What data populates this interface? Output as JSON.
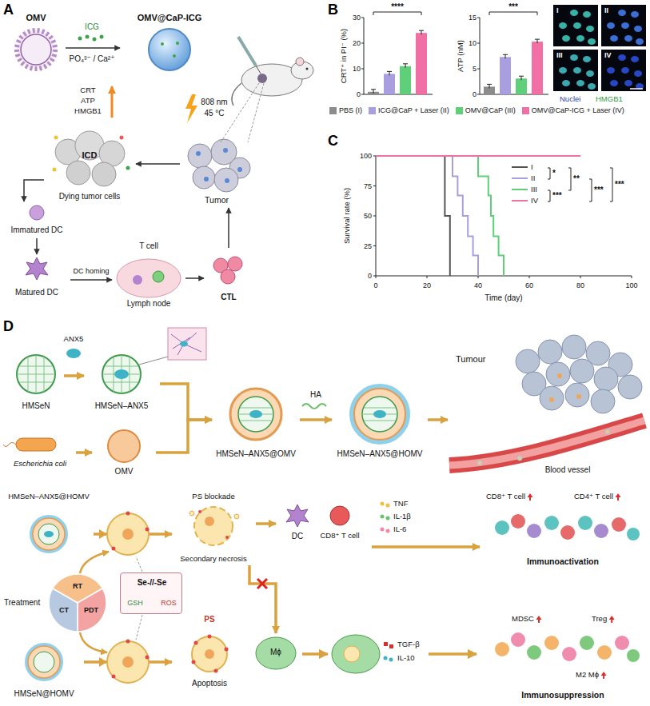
{
  "diagram": {
    "nodes": [
      {
        "text": [
          "OMV"
        ]
      },
      {
        "text": [
          "OMV@CaP-ICG"
        ]
      },
      {
        "text": [
          "Tumor"
        ]
      },
      {
        "text": [
          "ICD",
          "Dying tumor cells"
        ]
      },
      {
        "text": [
          "Immatured DC"
        ]
      },
      {
        "text": [
          "Matured DC"
        ]
      },
      {
        "text": [
          "T cell",
          "Lymph node"
        ]
      },
      {
        "text": [
          "CTL"
        ]
      },
      {
        "text": [
          "HMSeN"
        ]
      },
      {
        "text": [
          "HMSeN–ANX5"
        ]
      },
      {
        "text": [
          "Escherichia coli"
        ]
      },
      {
        "text": [
          "OMV"
        ]
      },
      {
        "text": [
          "HMSeN–ANX5@OMV"
        ]
      },
      {
        "text": [
          "HMSeN–ANX5@HOMV"
        ]
      },
      {
        "text": [
          "Tumour",
          "Blood vessel"
        ]
      },
      {
        "text": [
          "HMSeN–ANX5@HOMV"
        ]
      },
      {
        "text": [
          "Treatment",
          "RT",
          "PDT",
          "CT"
        ]
      },
      {
        "text": [
          "PS blockade",
          "Secondary necrosis"
        ]
      },
      {
        "text": [
          "DC",
          "CD8⁺ T cell"
        ]
      },
      {
        "text": [
          "CD8⁺ T cell",
          "CD4⁺ T cell",
          "Immunoactivation"
        ]
      },
      {
        "text": [
          "Se-//-Se",
          "GSH",
          "ROS"
        ]
      },
      {
        "text": [
          "HMSeN@HOMV"
        ]
      },
      {
        "text": [
          "PS",
          "Apoptosis"
        ]
      },
      {
        "text": [
          "Mϕ"
        ]
      },
      {
        "text": [
          "MDSC",
          "Treg",
          "M2 Mϕ",
          "Immunosuppression"
        ]
      }
    ],
    "edges": [
      {
        "from": 0,
        "to": 1,
        "arrow": "to"
      },
      {
        "from": 2,
        "to": 3,
        "arrow": "to"
      },
      {
        "from": 3,
        "to": 4,
        "arrow": "to"
      },
      {
        "from": 4,
        "to": 5,
        "arrow": "to"
      },
      {
        "from": 5,
        "to": 6,
        "label": "DC homing",
        "arrow": "to"
      },
      {
        "from": 6,
        "to": 7,
        "arrow": "to"
      },
      {
        "from": 7,
        "to": 2,
        "arrow": "to"
      },
      {
        "from": 8,
        "to": 9,
        "arrow": "to"
      },
      {
        "from": 10,
        "to": 11,
        "arrow": "to"
      },
      {
        "from": 9,
        "to": 12,
        "arrow": "to"
      },
      {
        "from": 11,
        "to": 12,
        "arrow": "to"
      },
      {
        "from": 12,
        "to": 13,
        "arrow": "to"
      },
      {
        "from": 13,
        "to": 14,
        "arrow": "to"
      },
      {
        "from": 15,
        "to": 17,
        "arrow": "to"
      },
      {
        "from": 17,
        "to": 18,
        "arrow": "to"
      },
      {
        "from": 18,
        "to": 19,
        "arrow": "to"
      },
      {
        "from": 21,
        "to": 22,
        "arrow": "to"
      },
      {
        "from": 17,
        "to": 23,
        "arrow": "to"
      }
    ],
    "labels": [
      "A",
      "ICG",
      "PO₄³⁻ / Ca²⁺",
      "CRT",
      "ATP",
      "HMGB1",
      "808 nm",
      "45 °C",
      "B",
      "CRT⁺ in PI⁻ (%)",
      "30",
      "20",
      "10",
      "0",
      "****",
      "ATP (nM)",
      "15",
      "10",
      "5",
      "0",
      "***",
      "I",
      "II",
      "III",
      "IV",
      "Nuclei",
      "HMGB1",
      "C",
      "Survival rate (%)",
      "100",
      "75",
      "50",
      "25",
      "0",
      "0",
      "20",
      "40",
      "60",
      "80",
      "100",
      "Time (day)",
      "*",
      "**",
      "***",
      "***",
      "***",
      "D",
      "ANX5",
      "HA",
      "TNF",
      "IL-1β",
      "IL-6",
      "TGF-β",
      "IL-10"
    ],
    "legend": [
      {
        "text": "PBS (I)",
        "color": "#8c8c8c"
      },
      {
        "text": "ICG@CaP + Laser (II)",
        "color": "#a99ee0"
      },
      {
        "text": "OMV@CaP (III)",
        "color": "#5fcf7a"
      },
      {
        "text": "OMV@CaP-ICG + Laser (IV)",
        "color": "#f06fa4"
      },
      {
        "text": "I"
      },
      {
        "text": "II"
      },
      {
        "text": "III"
      },
      {
        "text": "IV"
      }
    ]
  }
}
